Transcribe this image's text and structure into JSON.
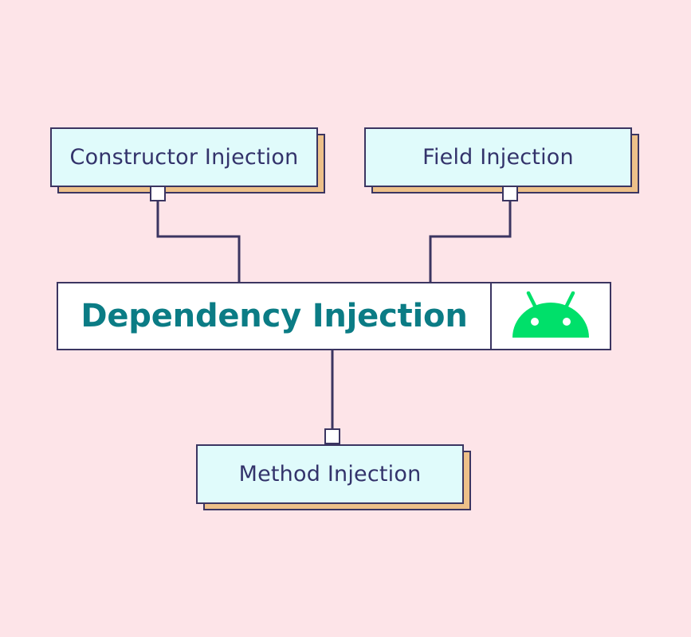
{
  "diagram": {
    "title": "Dependency Injection",
    "background_color": "#fde4e8",
    "root": {
      "label": "Dependency Injection",
      "text_color": "#0b7c85",
      "fill_color": "#ffffff",
      "border_color": "#3b3561",
      "icon": "android-robot-icon",
      "icon_color": "#00e06a"
    },
    "nodes": [
      {
        "id": "constructor-injection",
        "label": "Constructor Injection",
        "fill_color": "#e0fbfb",
        "border_color": "#3b3561",
        "shadow_color": "#edc089",
        "text_color": "#33336b"
      },
      {
        "id": "field-injection",
        "label": "Field Injection",
        "fill_color": "#e0fbfb",
        "border_color": "#3b3561",
        "shadow_color": "#edc089",
        "text_color": "#33336b"
      },
      {
        "id": "method-injection",
        "label": "Method Injection",
        "fill_color": "#e0fbfb",
        "border_color": "#3b3561",
        "shadow_color": "#edc089",
        "text_color": "#33336b"
      }
    ],
    "connector_color": "#3b3561"
  }
}
